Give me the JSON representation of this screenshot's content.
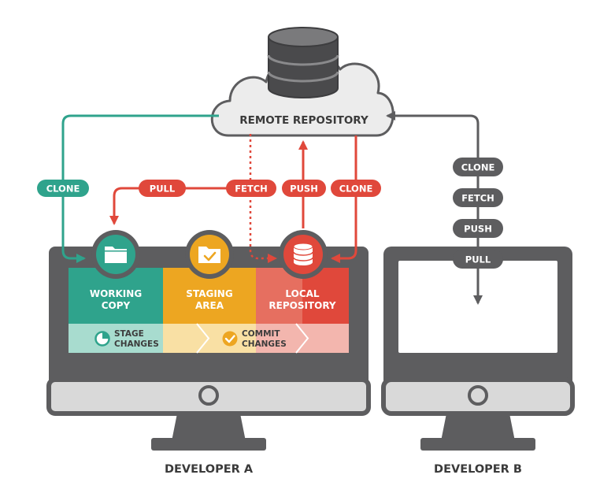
{
  "remote": {
    "label": "REMOTE REPOSITORY"
  },
  "flows": {
    "clone_left": "CLONE",
    "pull": "PULL",
    "fetch": "FETCH",
    "push": "PUSH",
    "clone_right": "CLONE"
  },
  "developer_a": {
    "label": "DEVELOPER A",
    "areas": {
      "working_line1": "WORKING",
      "working_line2": "COPY",
      "staging_line1": "STAGING",
      "staging_line2": "AREA",
      "local_line1": "LOCAL",
      "local_line2": "REPOSITORY"
    },
    "actions": {
      "stage_line1": "STAGE",
      "stage_line2": "CHANGES",
      "commit_line1": "COMMIT",
      "commit_line2": "CHANGES"
    }
  },
  "developer_b": {
    "label": "DEVELOPER B",
    "ops": [
      "CLONE",
      "FETCH",
      "PUSH",
      "PULL"
    ]
  },
  "colors": {
    "green": "#2fa38c",
    "red": "#e0483b",
    "orange": "#eda621",
    "dark_gray": "#5d5d5f",
    "light_gray": "#e3e3e3"
  }
}
